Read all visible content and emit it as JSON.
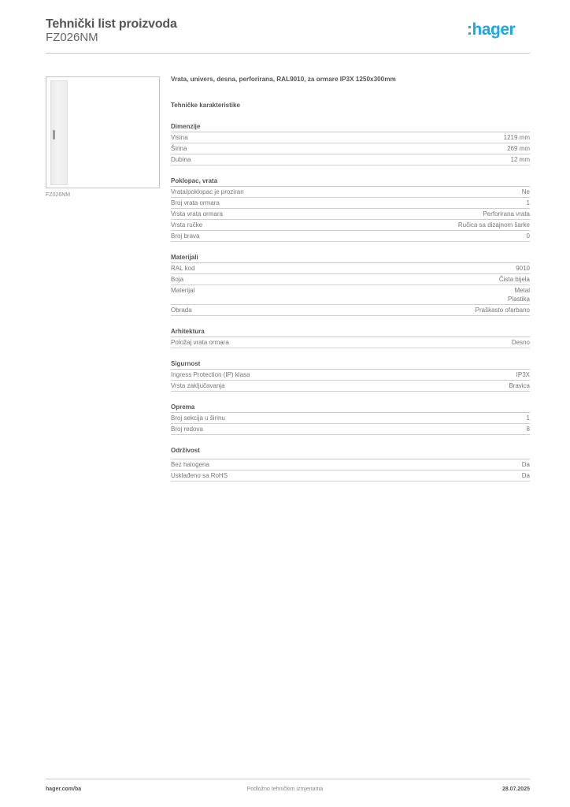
{
  "header": {
    "title": "Tehnički list proizvoda",
    "product_code": "FZ026NM",
    "logo_text": ":hager",
    "logo_color": "#1aa8e6"
  },
  "product_image": {
    "icon": "door-panel-image",
    "caption": "FZ026NM"
  },
  "content": {
    "description": "Vrata, univers, desna, perforirana, RAL9010, za ormare IP3X 1250x300mm",
    "section_heading": "Tehničke karakteristike",
    "groups": [
      {
        "title": "Dimenzije",
        "rows": [
          {
            "label": "Visina",
            "value": "1219 mm"
          },
          {
            "label": "Širina",
            "value": "269 mm"
          },
          {
            "label": "Dubina",
            "value": "12 mm"
          }
        ]
      },
      {
        "title": "Poklopac, vrata",
        "rows": [
          {
            "label": "Vrata/poklopac je proziran",
            "value": "Ne"
          },
          {
            "label": "Broj vrata ormara",
            "value": "1"
          },
          {
            "label": "Vrsta vrata ormara",
            "value": "Perforirana vrata"
          },
          {
            "label": "Vrsta ručke",
            "value": "Ručica sa dizajnom šarke"
          },
          {
            "label": "Broj brava",
            "value": "0"
          }
        ]
      },
      {
        "title": "Materijali",
        "rows": [
          {
            "label": "RAL kod",
            "value": "9010"
          },
          {
            "label": "Boja",
            "value": "Čista bijela"
          },
          {
            "label": "Materijal",
            "value": "Metal",
            "value2": "Plastika"
          },
          {
            "label": "Obrada",
            "value": "Praškasto ofarbano"
          }
        ]
      },
      {
        "title": "Arhitektura",
        "rows": [
          {
            "label": "Položaj vrata ormara",
            "value": "Desno"
          }
        ]
      },
      {
        "title": "Sigurnost",
        "rows": [
          {
            "label": "Ingress Protection (IP) klasa",
            "value": "IP3X"
          },
          {
            "label": "Vrsta zaključavanja",
            "value": "Bravica"
          }
        ]
      },
      {
        "title": "Oprema",
        "rows": [
          {
            "label": "Broj sekcija u širinu",
            "value": "1"
          },
          {
            "label": "Broj redova",
            "value": "8"
          }
        ]
      },
      {
        "title": "Održivost",
        "rows": [
          {
            "label": "Bez halogena",
            "value": "Da"
          },
          {
            "label": "Usklađeno sa RoHS",
            "value": "Da"
          }
        ]
      }
    ]
  },
  "footer": {
    "website": "hager.com/ba",
    "notice": "Podložno tehničkim izmjenama",
    "date": "28.07.2025"
  }
}
